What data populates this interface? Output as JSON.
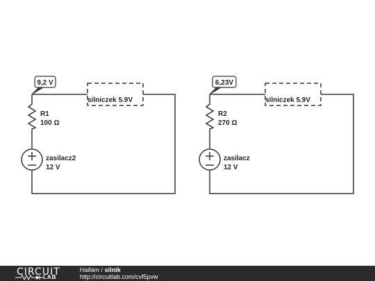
{
  "circuit_left": {
    "probe_label": "9,2 V",
    "motor_label": "silniczek 5.9V",
    "resistor_name": "R1",
    "resistor_value": "100 Ω",
    "source_name": "zasilacz2",
    "source_value": "12 V"
  },
  "circuit_right": {
    "probe_label": "6,23V",
    "motor_label": "silniczek 5.9V",
    "resistor_name": "R2",
    "resistor_value": "270 Ω",
    "source_name": "zasilacz",
    "source_value": "12 V"
  },
  "footer": {
    "logo_top": "CIRCUIT",
    "logo_bottom": "LAB",
    "author": "Hallam",
    "separator": "/",
    "title": "silnik",
    "url": "http://circuitlab.com/cvf5pvw"
  },
  "colors": {
    "wire": "#333333",
    "footer_bg": "#2b2b2b",
    "probe_fill": "#ffffff"
  }
}
